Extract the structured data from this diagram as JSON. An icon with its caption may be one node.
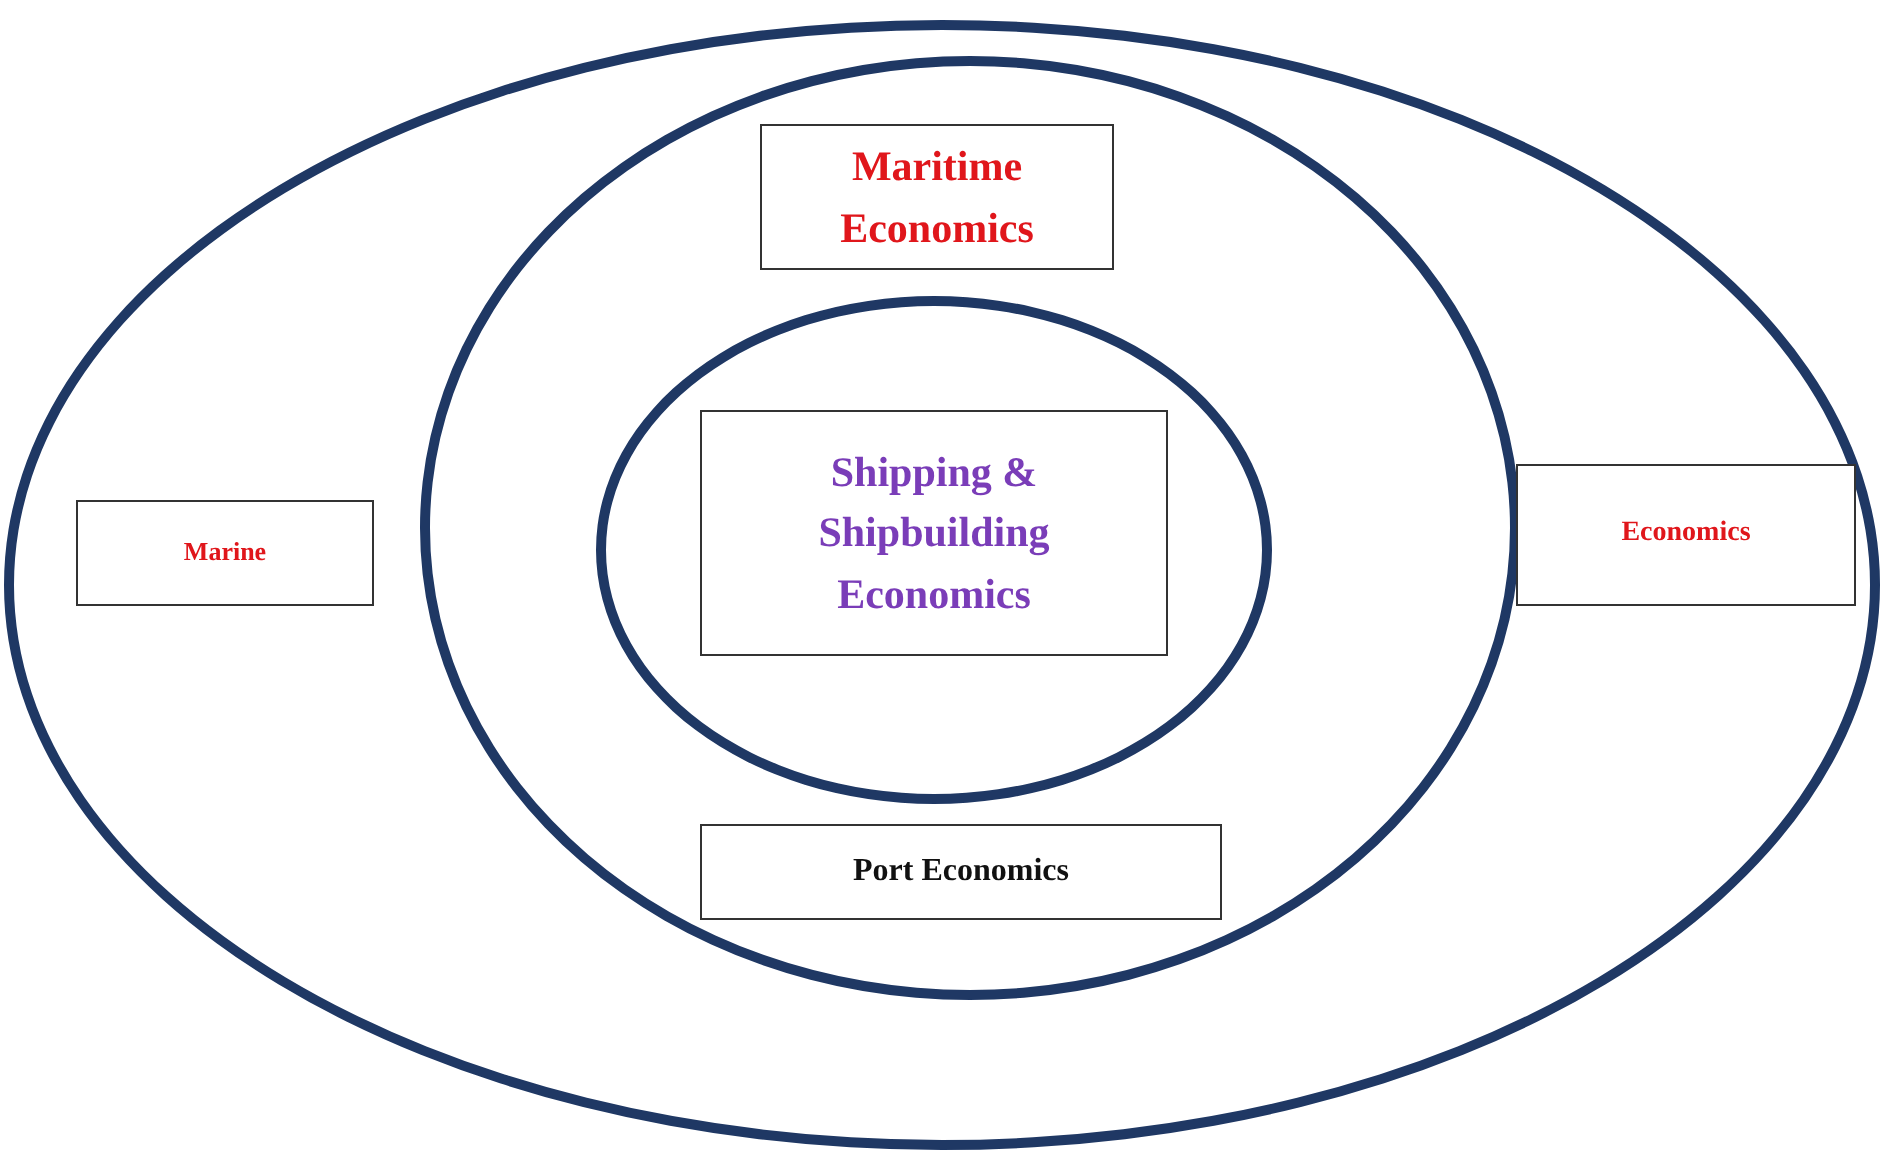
{
  "diagram": {
    "nodes": [
      {
        "text": [],
        "shape": "ellipse"
      },
      {
        "text": [],
        "shape": "ellipse",
        "in": 0
      },
      {
        "text": [
          "Maritime Economics"
        ],
        "in": 1
      },
      {
        "text": [
          "Marine"
        ],
        "in": 0
      },
      {
        "text": [],
        "shape": "ellipse",
        "in": 1
      },
      {
        "text": [
          "Shipping & Shipbuilding Economics"
        ],
        "in": 4
      },
      {
        "text": [
          "Economics"
        ],
        "in": 0
      },
      {
        "text": [
          "Port Economics"
        ],
        "in": 1
      }
    ],
    "edges": []
  }
}
